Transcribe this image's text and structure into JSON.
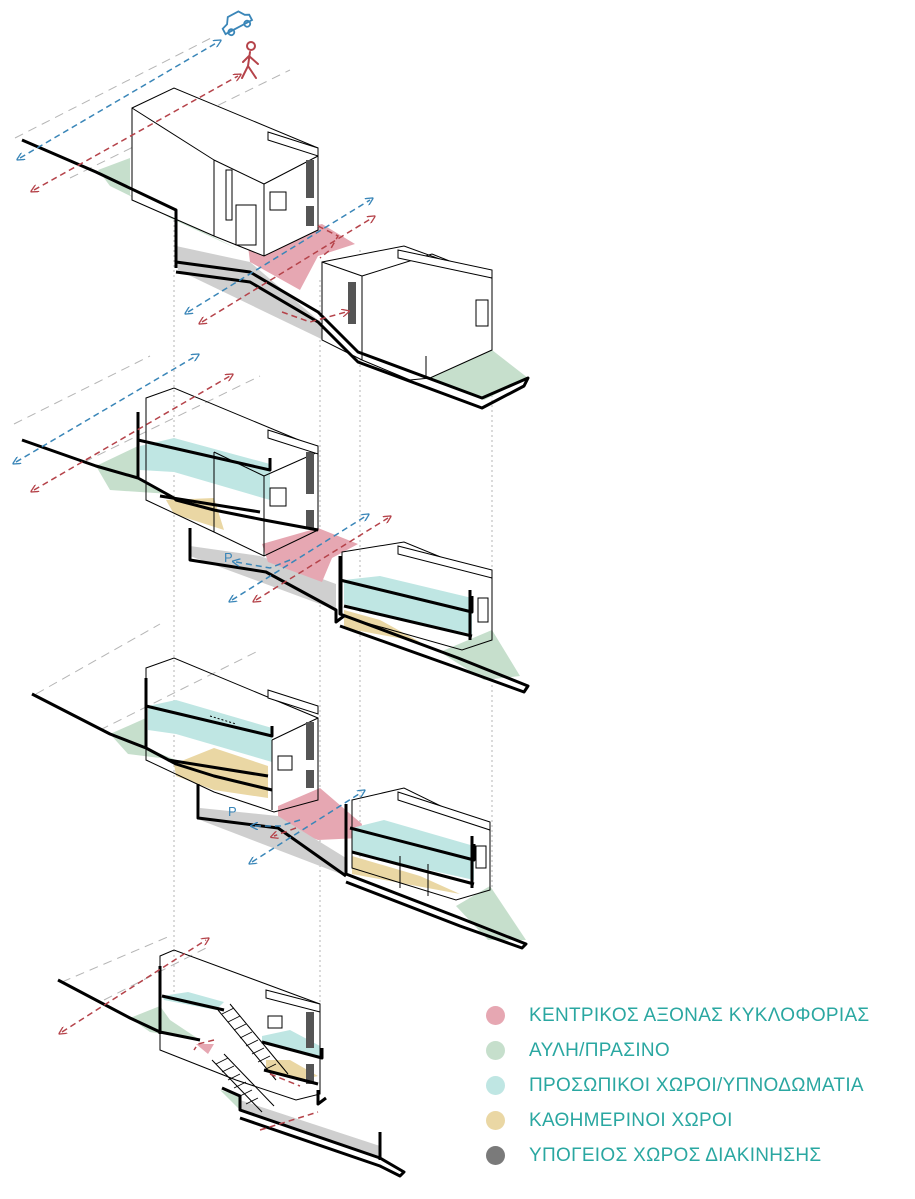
{
  "colors": {
    "circulation": "#e6a7b2",
    "courtyard": "#c6dfcc",
    "bedrooms": "#bfe6e3",
    "living": "#ead7a4",
    "basement": "#cfcfcf",
    "line": "#000000",
    "guide": "#b5b5b5",
    "arrow_red": "#b5434a",
    "arrow_blue": "#3a86b8",
    "person": "#b5434a",
    "car": "#3a86b8",
    "legend_text": "#2aa7a1"
  },
  "icons": {
    "car": "car-icon",
    "person": "pedestrian-icon"
  },
  "parking": {
    "top_label": "P",
    "middle_label": "P"
  },
  "legend": {
    "items": [
      {
        "label": "ΚΕΝΤΡΙΚΟΣ ΑΞΟΝΑΣ ΚΥΚΛΟΦΟΡΙΑΣ",
        "color": "#e6a7b2"
      },
      {
        "label": "ΑΥΛΗ/ΠΡΑΣΙΝΟ",
        "color": "#c6dfcc"
      },
      {
        "label": "ΠΡΟΣΩΠΙΚΟΙ ΧΩΡΟΙ/ΥΠΝΟΔΩΜΑΤΙΑ",
        "color": "#bfe6e3"
      },
      {
        "label": "ΚΑΘΗΜΕΡΙΝΟΙ ΧΩΡΟΙ",
        "color": "#ead7a4"
      },
      {
        "label": "ΥΠΟΓΕΙΟΣ ΧΩΡΟΣ ΔΙΑΚΙΝΗΣΗΣ",
        "color": "#7a7a7a"
      }
    ]
  }
}
